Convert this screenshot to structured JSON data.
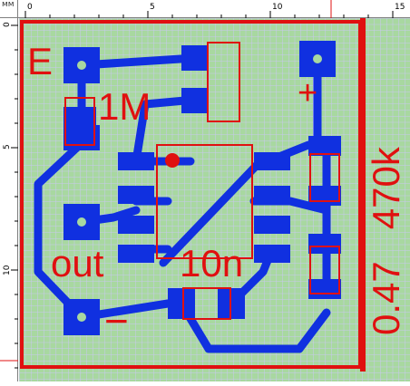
{
  "ruler": {
    "unit_label": "мм",
    "top_ticks": [
      "0",
      "5",
      "10",
      "15"
    ],
    "left_ticks": [
      "0",
      "5",
      "10"
    ]
  },
  "labels": {
    "corner_mark": "E",
    "resistor_top": "1M",
    "capacitor": "10n",
    "output": "out",
    "plus": "+",
    "minus": "−",
    "vertical_values": "0.47   470k"
  },
  "colors": {
    "background": "#a8d8a0",
    "grid": "#c8c8f0",
    "copper": "#1030e0",
    "silk": "#e01010"
  }
}
